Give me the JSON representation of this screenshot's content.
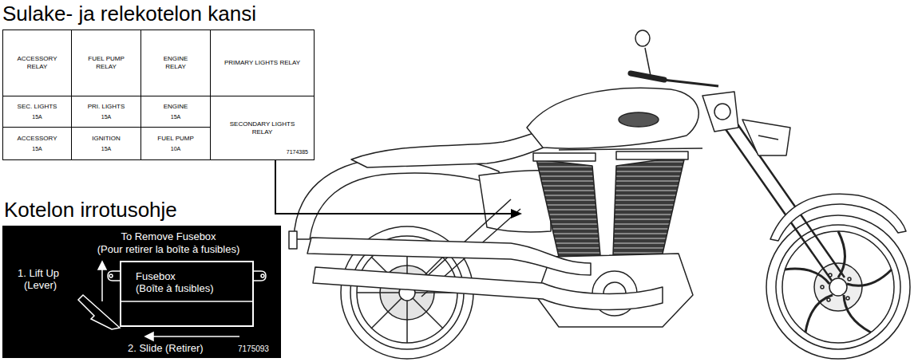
{
  "diagram": {
    "nodes": [
      {
        "text": [
          "Sulake- ja relekotelon kansi"
        ]
      },
      {
        "text": [
          "ACCESSORY RELAY"
        ],
        "in": 0
      },
      {
        "text": [
          "FUEL PUMP RELAY"
        ],
        "in": 0
      },
      {
        "text": [
          "ENGINE RELAY"
        ],
        "in": 0
      },
      {
        "text": [
          "PRIMARY LIGHTS RELAY"
        ],
        "in": 0
      },
      {
        "text": [
          "SEC. LIGHTS",
          "15A"
        ],
        "in": 0
      },
      {
        "text": [
          "PRI. LIGHTS",
          "15A"
        ],
        "in": 0
      },
      {
        "text": [
          "ENGINE",
          "15A"
        ],
        "in": 0
      },
      {
        "text": [
          "SECONDARY LIGHTS RELAY",
          "7174385"
        ],
        "in": 0
      },
      {
        "text": [
          "ACCESSORY",
          "15A"
        ],
        "in": 0
      },
      {
        "text": [
          "IGNITION",
          "15A"
        ],
        "in": 0
      },
      {
        "text": [
          "FUEL PUMP",
          "10A"
        ],
        "in": 0
      },
      {
        "text": [
          "Kotelon irrotusohje",
          "To Remove Fusebox",
          "(Pour retirer la boîte à fusibles)"
        ]
      },
      {
        "text": [
          "Fusebox",
          "(Boîte à fusibles)"
        ],
        "in": 12
      }
    ],
    "labels": [
      "1. Lift Up",
      "(Lever)",
      "2. Slide (Retirer)",
      "7175093"
    ]
  }
}
